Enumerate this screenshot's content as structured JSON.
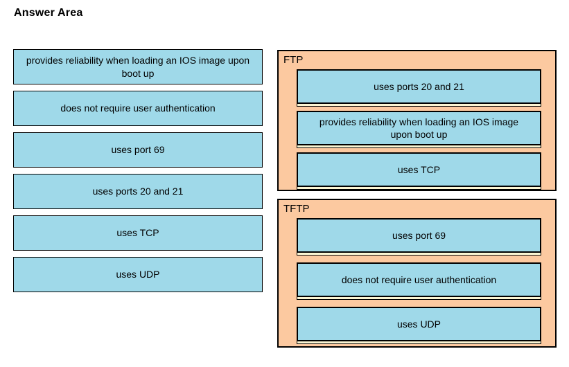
{
  "title": "Answer Area",
  "colors": {
    "tile_blue": "#9fd9e9",
    "container_peach": "#fcc9a0",
    "slot_cream": "#fbf5d3",
    "border": "#000000"
  },
  "source_tiles": [
    "provides reliability when loading an IOS image upon boot up",
    "does not require user authentication",
    "uses port 69",
    "uses ports 20 and 21",
    "uses TCP",
    "uses UDP"
  ],
  "targets": [
    {
      "label": "FTP",
      "tiles": [
        "uses ports 20 and 21",
        "provides reliability when loading an IOS image upon boot up",
        "uses TCP"
      ]
    },
    {
      "label": "TFTP",
      "tiles": [
        "uses port 69",
        "does not require user authentication",
        "uses UDP"
      ]
    }
  ]
}
